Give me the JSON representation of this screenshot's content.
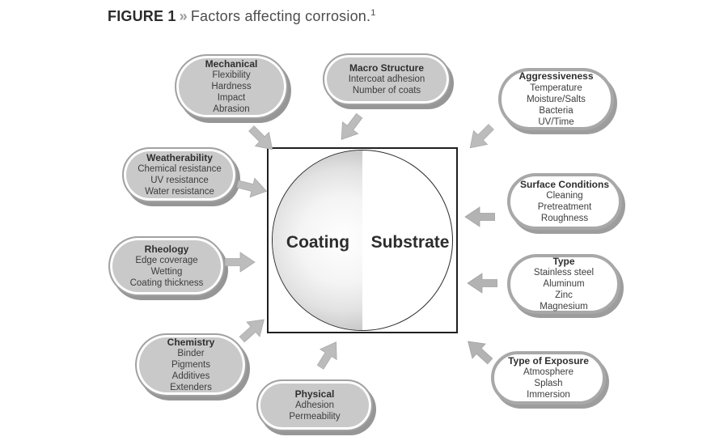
{
  "figure": {
    "label": "FIGURE 1",
    "separator": "»",
    "title": "Factors affecting corrosion.",
    "footnote_ref": "1"
  },
  "center": {
    "left_label": "Coating",
    "right_label": "Substrate"
  },
  "bubbles": [
    {
      "id": "mechanical",
      "side": "coating",
      "title": "Mechanical",
      "items": [
        "Flexibility",
        "Hardness",
        "Impact",
        "Abrasion"
      ]
    },
    {
      "id": "macro-structure",
      "side": "coating",
      "title": "Macro Structure",
      "items": [
        "Intercoat adhesion",
        "Number of coats"
      ]
    },
    {
      "id": "aggressiveness",
      "side": "substrate",
      "title": "Aggressiveness",
      "items": [
        "Temperature",
        "Moisture/Salts",
        "Bacteria",
        "UV/Time"
      ]
    },
    {
      "id": "weatherability",
      "side": "coating",
      "title": "Weatherability",
      "items": [
        "Chemical resistance",
        "UV resistance",
        "Water resistance"
      ]
    },
    {
      "id": "surface-conditions",
      "side": "substrate",
      "title": "Surface Conditions",
      "items": [
        "Cleaning",
        "Pretreatment",
        "Roughness"
      ]
    },
    {
      "id": "rheology",
      "side": "coating",
      "title": "Rheology",
      "items": [
        "Edge coverage",
        "Wetting",
        "Coating thickness"
      ]
    },
    {
      "id": "type",
      "side": "substrate",
      "title": "Type",
      "items": [
        "Stainless steel",
        "Aluminum",
        "Zinc",
        "Magnesium"
      ]
    },
    {
      "id": "chemistry",
      "side": "coating",
      "title": "Chemistry",
      "items": [
        "Binder",
        "Pigments",
        "Additives",
        "Extenders"
      ]
    },
    {
      "id": "physical",
      "side": "coating",
      "title": "Physical",
      "items": [
        "Adhesion",
        "Permeability"
      ]
    },
    {
      "id": "type-of-exposure",
      "side": "substrate",
      "title": "Type of Exposure",
      "items": [
        "Atmosphere",
        "Splash",
        "Immersion"
      ]
    }
  ],
  "icons": {
    "arrow": "block-arrow-pointing-to-center"
  },
  "colors": {
    "coating_pill_fill": "#c9c9c9",
    "substrate_pill_fill": "#ffffff",
    "pill_border": "#a2a2a2",
    "pill_shadow": "#969696",
    "arrow_fill": "#bcbcbc",
    "square_border": "#1f1f1f",
    "text_dark": "#2f2f2f",
    "caption_gray": "#4d4d4d"
  }
}
